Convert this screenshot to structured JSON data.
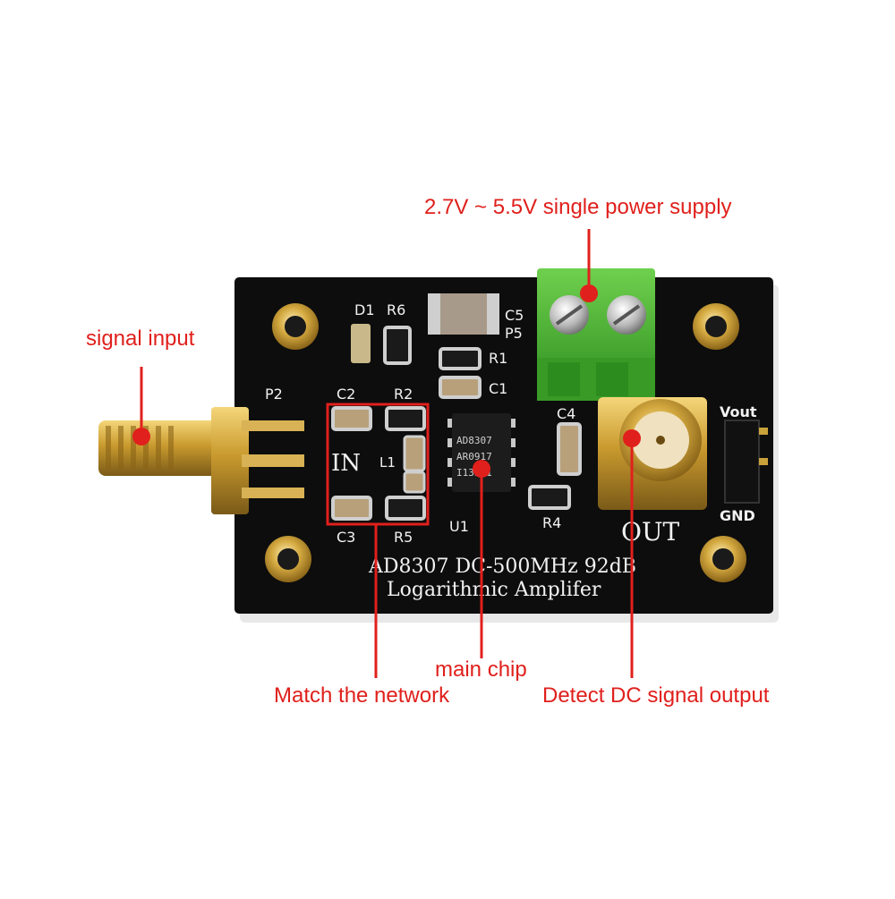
{
  "callouts": {
    "power_supply": "2.7V ~ 5.5V single power supply",
    "signal_input": "signal input",
    "main_chip": "main chip",
    "match_network": "Match the network",
    "dc_output": "Detect DC signal output"
  },
  "board": {
    "title_line1": "AD8307 DC-500MHz 92dB",
    "title_line2": "Logarithmic Amplifer",
    "chip_marking": [
      "AD8307",
      "AR0917",
      "I13571"
    ],
    "labels": {
      "D1": "D1",
      "R6": "R6",
      "C5": "C5",
      "P5": "P5",
      "R1": "R1",
      "C1": "C1",
      "P2": "P2",
      "C2": "C2",
      "R2": "R2",
      "IN": "IN",
      "L1": "L1",
      "C3": "C3",
      "R5": "R5",
      "U1": "U1",
      "C4": "C4",
      "R4": "R4",
      "OUT": "OUT",
      "Vout": "Vout",
      "GND": "GND"
    }
  },
  "colors": {
    "callout_red": "#e0201c",
    "board_black": "#0d0d0d",
    "terminal_green": "#3fae2a",
    "connector_gold": "#c9a23a"
  }
}
